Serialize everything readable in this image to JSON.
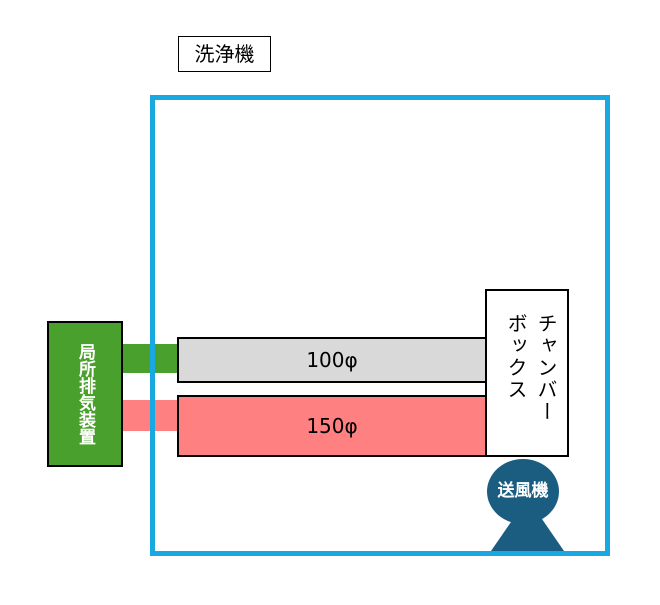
{
  "washer": {
    "label": "洗浄機",
    "frame_color": "#1aa8e0"
  },
  "pipes": [
    {
      "label": "100φ",
      "fill": "#d9d9d9"
    },
    {
      "label": "150φ",
      "fill": "#ff8080"
    }
  ],
  "chamber_box": {
    "label": "チャンバーボックス"
  },
  "exhaust_unit": {
    "label": "局所排気装置",
    "fill": "#4aa02c"
  },
  "fan": {
    "label": "送風機",
    "fill": "#1a5d80"
  }
}
